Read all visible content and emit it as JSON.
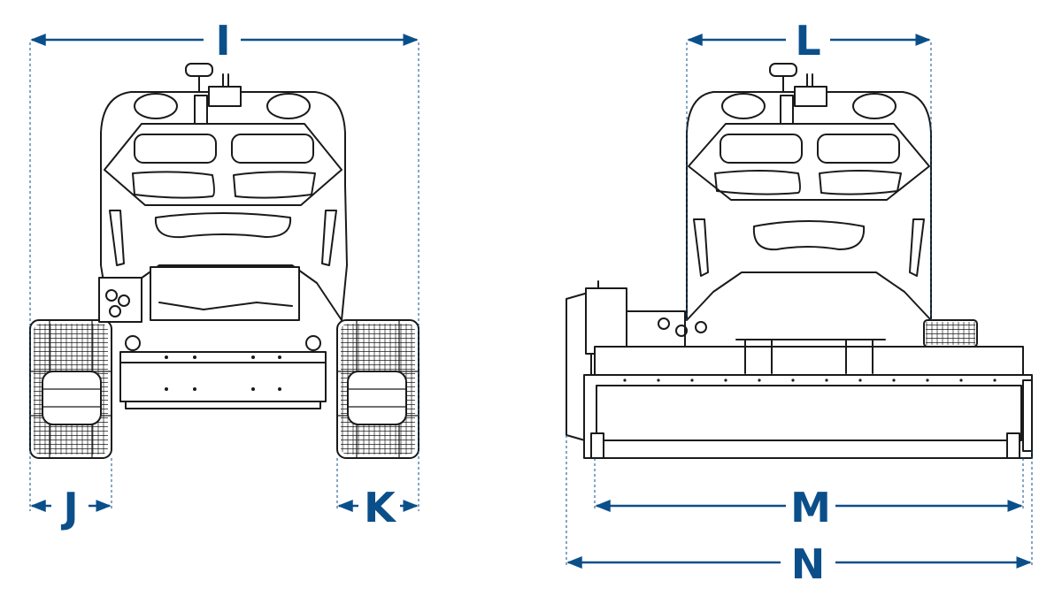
{
  "dimension_labels": {
    "I": "I",
    "J": "J",
    "K": "K",
    "L": "L",
    "M": "M",
    "N": "N"
  },
  "colors": {
    "dimension": "#0b4f8a",
    "outline": "#1a1a1a",
    "background": "#ffffff"
  }
}
